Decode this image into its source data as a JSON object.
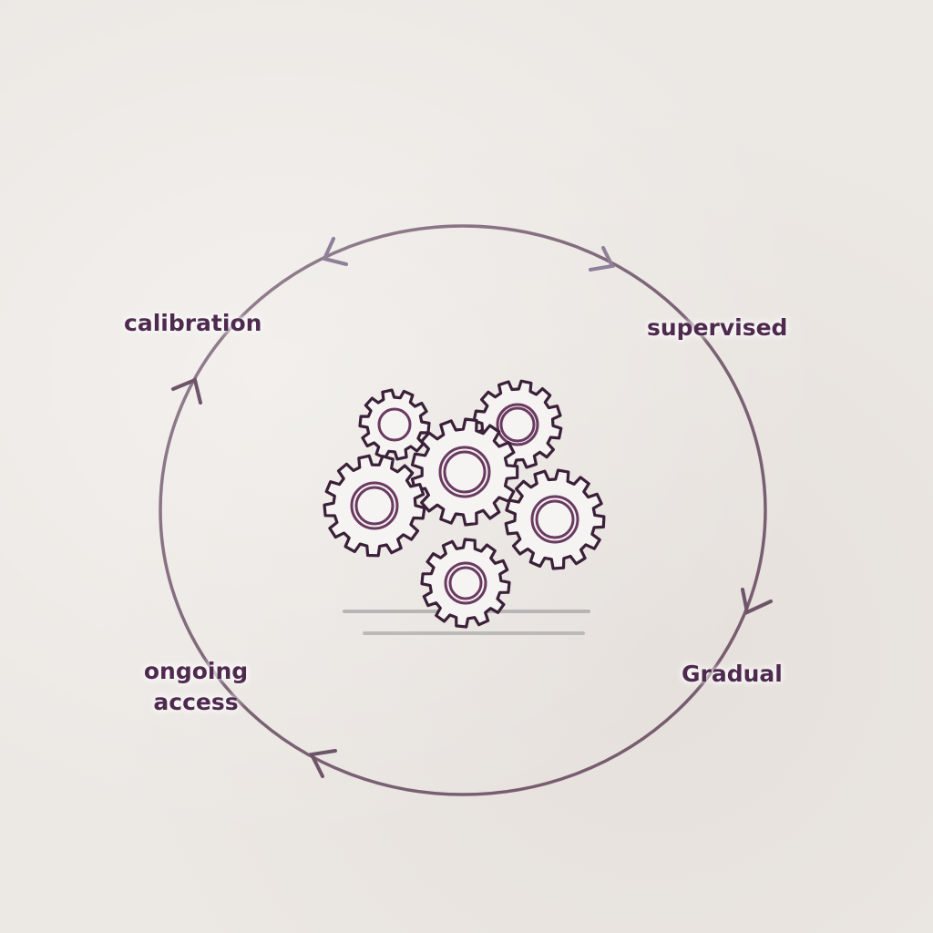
{
  "diagram": {
    "type": "cycle",
    "center_graphic": "gears-cluster-icon",
    "cycle_direction": "clockwise",
    "labels": {
      "top_right": "supervised",
      "bottom_right": "Gradual",
      "bottom_left_line1": "ongoing",
      "bottom_left_line2": "access",
      "top_left": "calibration"
    },
    "sequence": [
      "supervised",
      "Gradual",
      "ongoing access",
      "calibration"
    ],
    "colors": {
      "label": "#4e2a4e",
      "circle": "#6e5468",
      "gear_stroke": "#3a2038",
      "gear_inner": "#6a3a60",
      "background": "#ece8e4",
      "baseline": "#b8b6b4"
    }
  }
}
